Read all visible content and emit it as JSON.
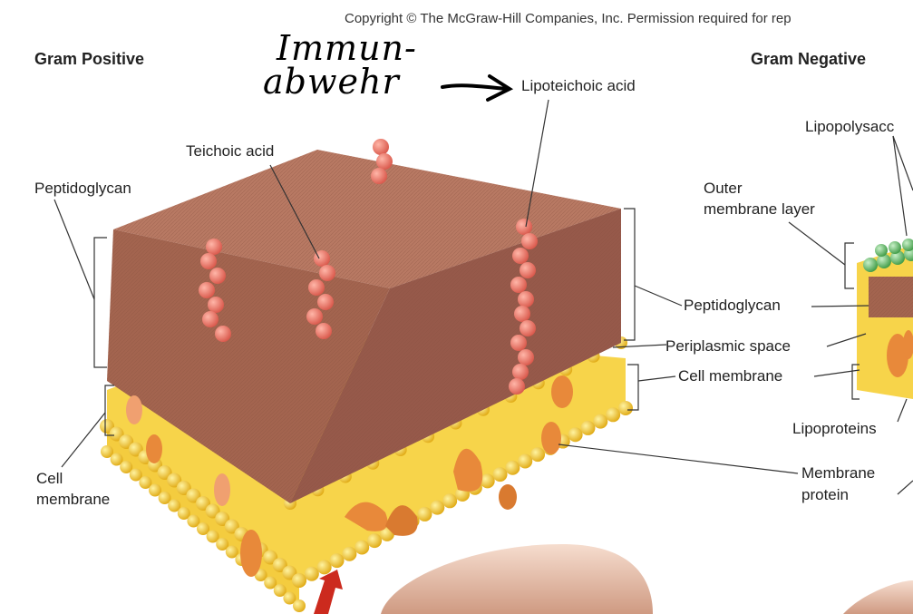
{
  "copyright": "Copyright © The McGraw-Hill Companies, Inc. Permission required for rep",
  "headings": {
    "gram_positive": "Gram Positive",
    "gram_negative": "Gram Negative"
  },
  "handwritten": {
    "line1": "Immun-",
    "line2": "abwehr"
  },
  "labels": {
    "teichoic_acid": "Teichoic acid",
    "lipoteichoic_acid": "Lipoteichoic acid",
    "peptidoglycan_left": "Peptidoglycan",
    "cell_membrane_left_1": "Cell",
    "cell_membrane_left_2": "membrane",
    "peptidoglycan_right": "Peptidoglycan",
    "periplasmic_space": "Periplasmic space",
    "cell_membrane_right": "Cell membrane",
    "membrane_protein_1": "Membrane",
    "membrane_protein_2": "protein",
    "lipopolysaccharide": "Lipopolysacc",
    "outer_membrane_1": "Outer",
    "outer_membrane_2": "membrane layer",
    "lipoproteins": "Lipoproteins"
  },
  "colors": {
    "peptidoglycan": "#a3644f",
    "peptidoglycan_top": "#b87963",
    "membrane_yellow": "#f2c11d",
    "membrane_protein": "#e8893a",
    "teichoic_bead": "#e86a5a",
    "lps_green": "#5dbb63",
    "arrow_red": "#cc2a1e",
    "cell_skin": "#e8c2ad"
  }
}
